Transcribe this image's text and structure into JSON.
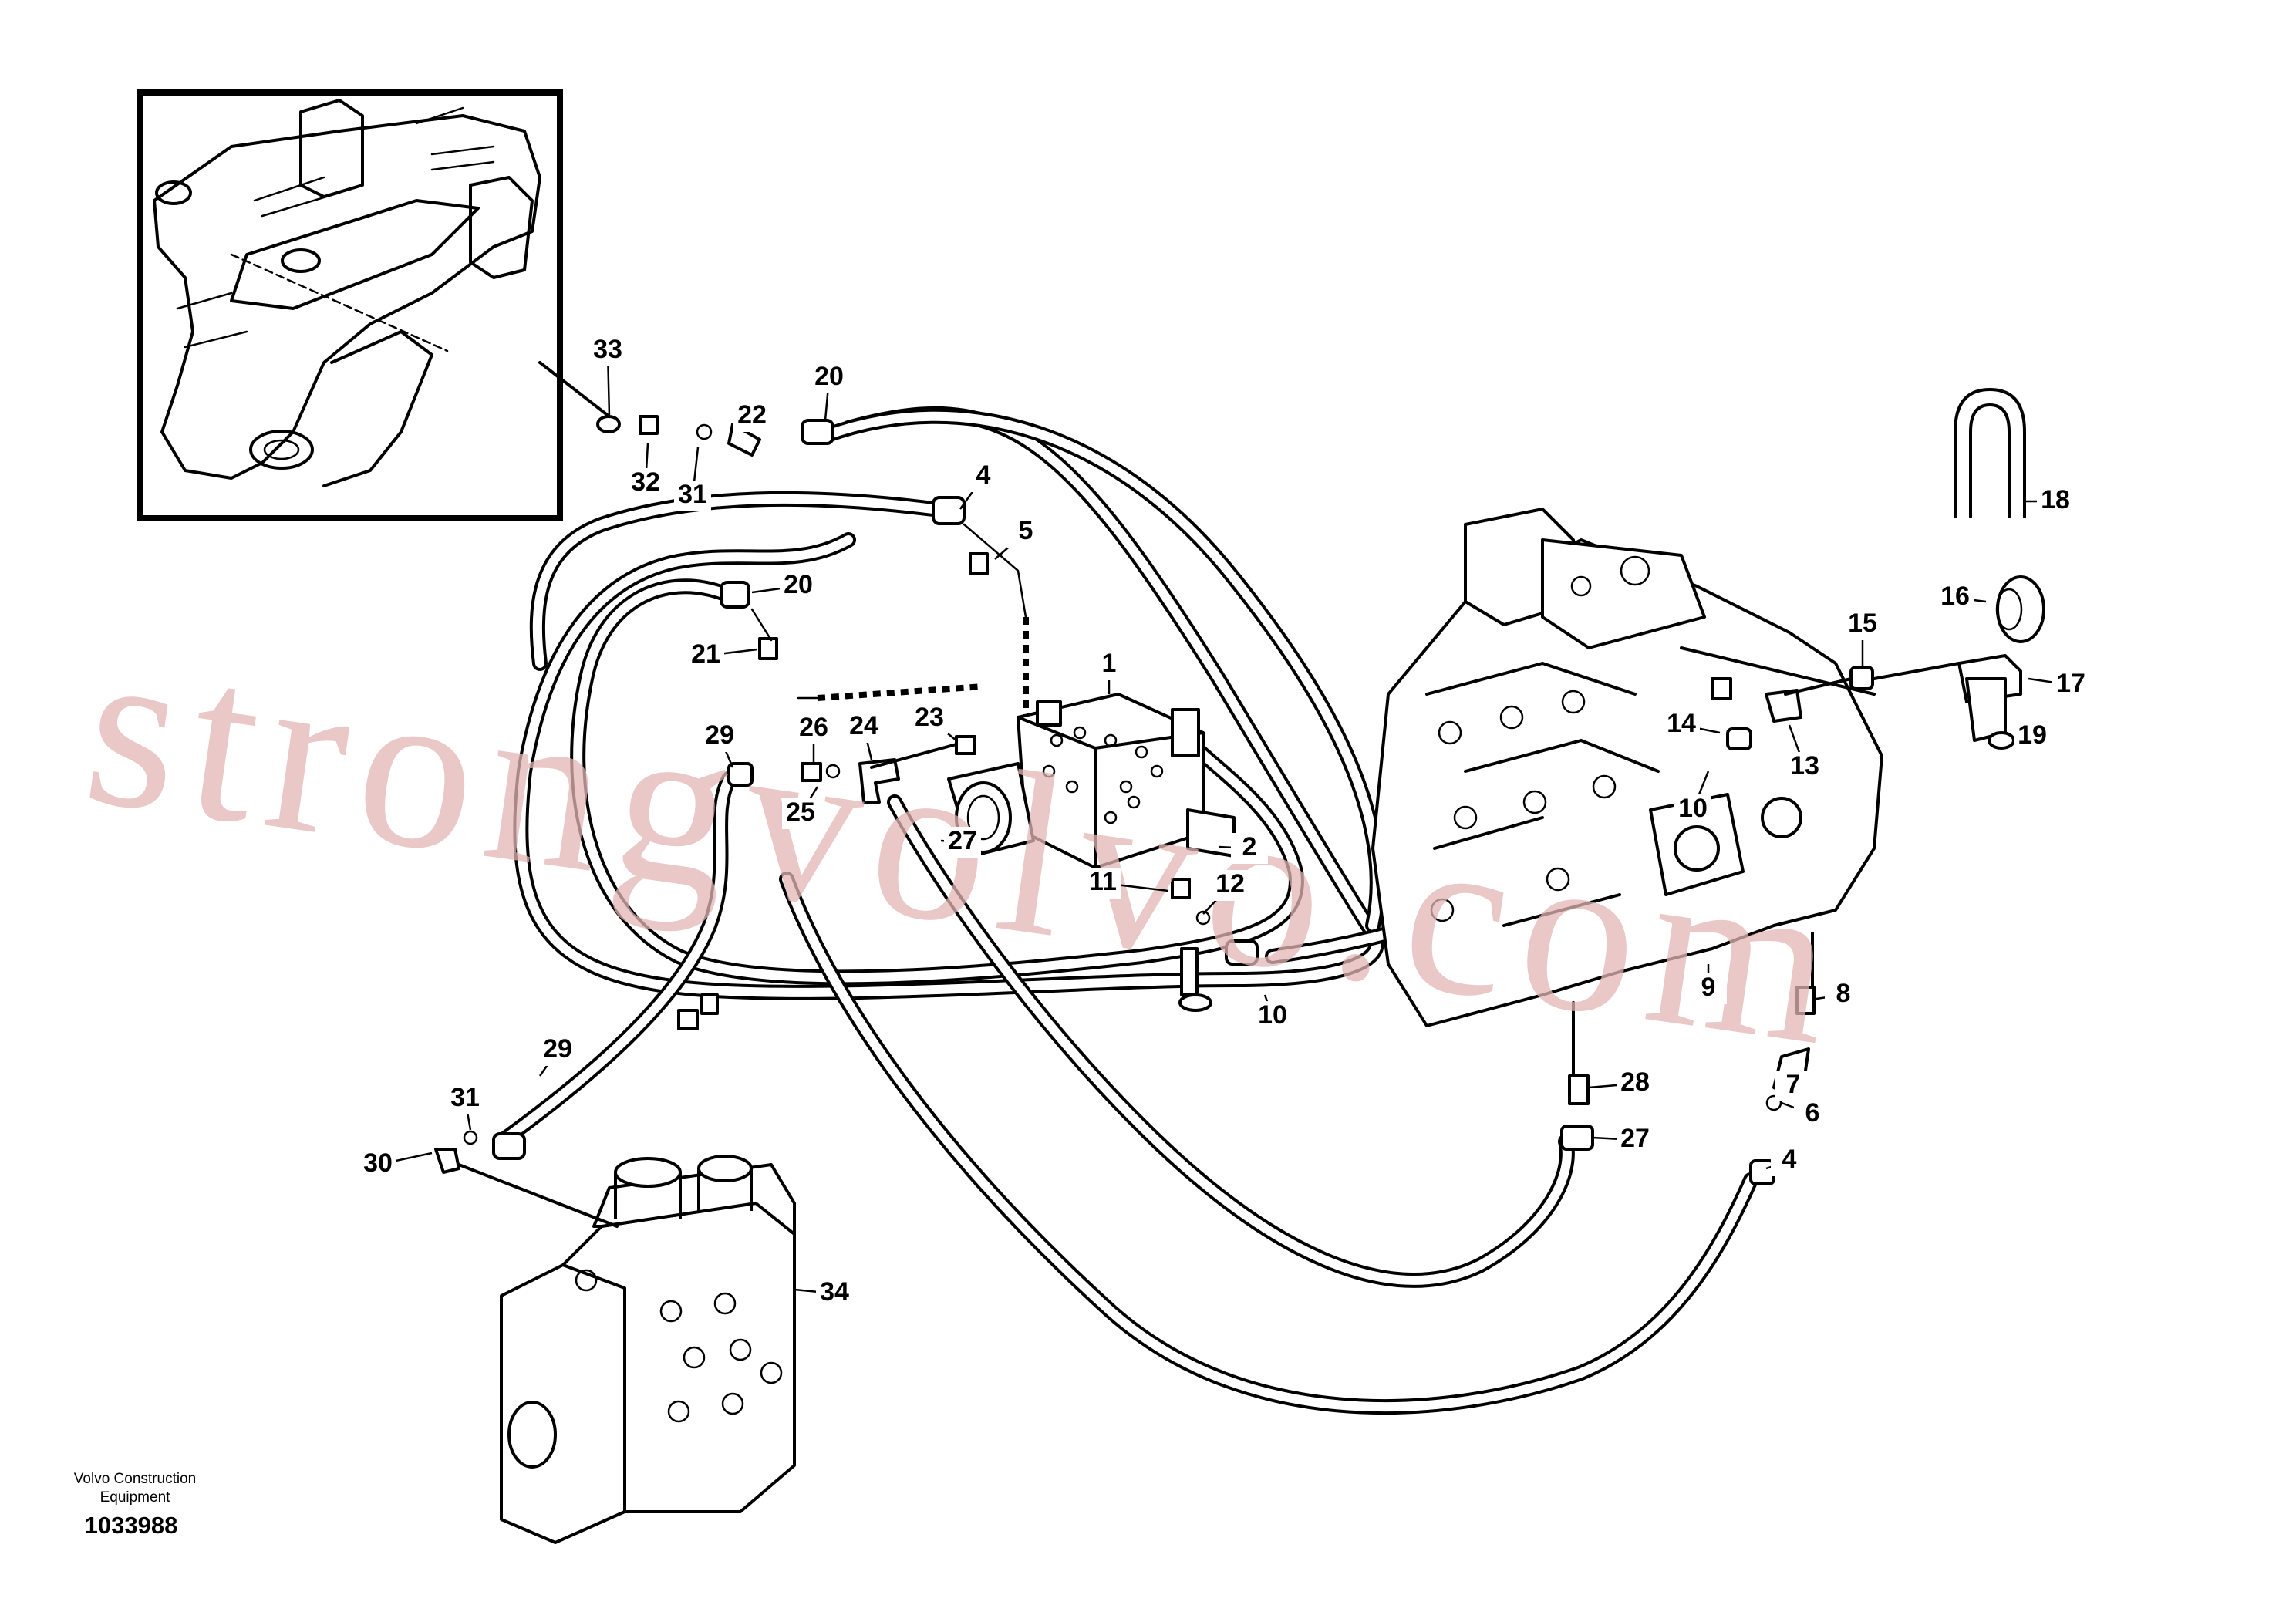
{
  "title": "",
  "manufacturer_label": "Volvo Construction\nEquipment",
  "drawing_number": "1033988",
  "watermark": "strongvolvo.com",
  "callouts": [
    "1",
    "2",
    "4",
    "4",
    "5",
    "6",
    "7",
    "8",
    "9",
    "10",
    "10",
    "11",
    "12",
    "13",
    "14",
    "15",
    "16",
    "17",
    "18",
    "19",
    "20",
    "20",
    "21",
    "22",
    "23",
    "24",
    "25",
    "26",
    "27",
    "27",
    "28",
    "29",
    "29",
    "30",
    "31",
    "31",
    "32",
    "33",
    "34"
  ],
  "colors": {
    "line": "#000000",
    "background": "#ffffff",
    "watermark": "#e3b6b6"
  }
}
